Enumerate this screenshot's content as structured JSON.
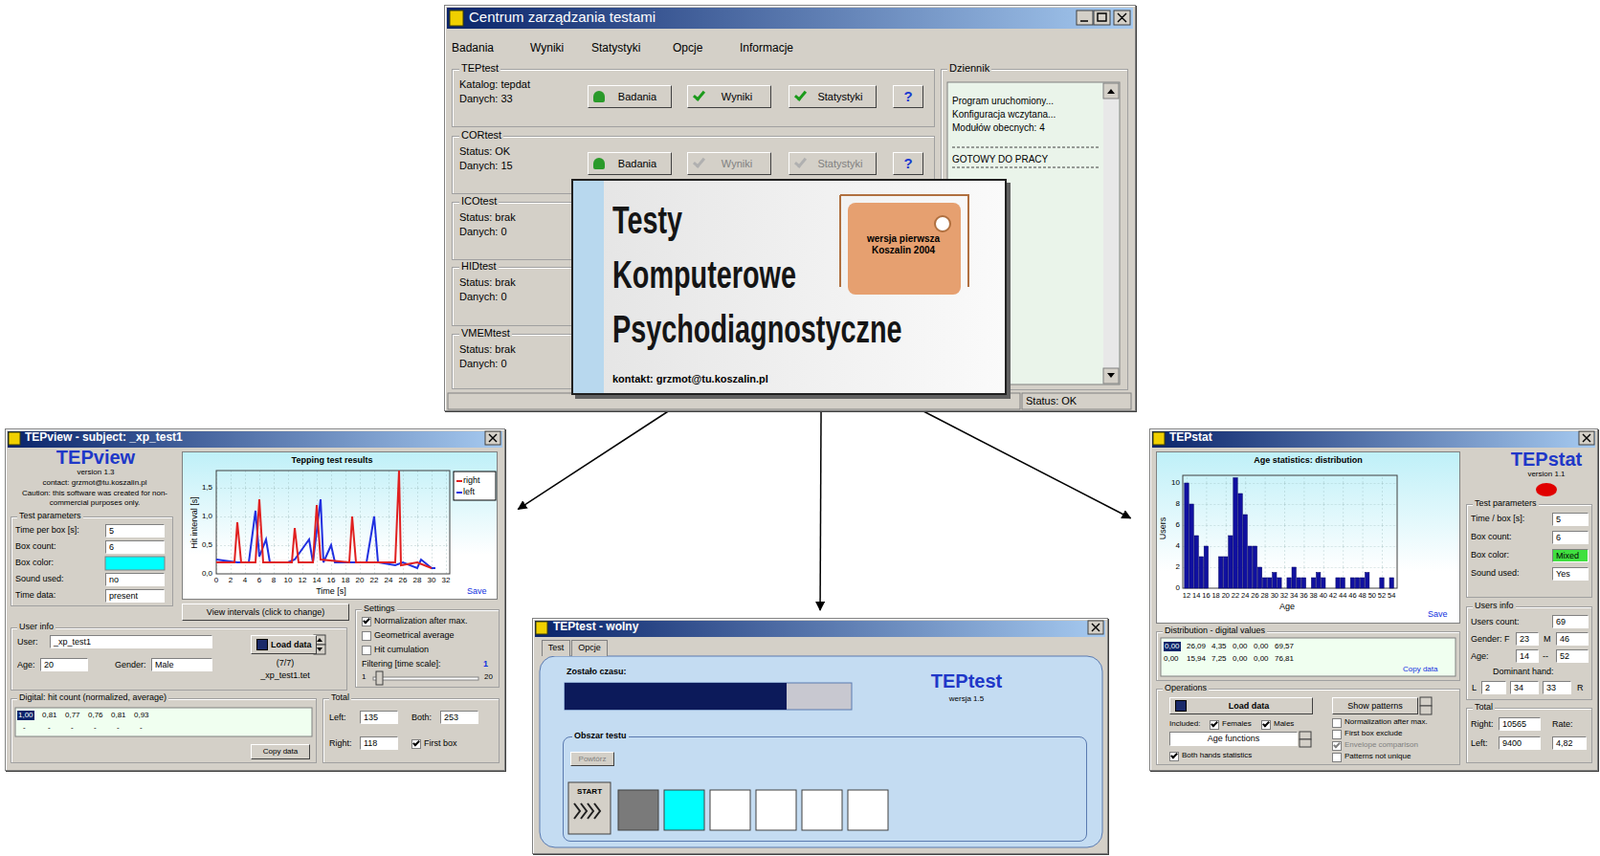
{
  "diagram": {
    "nodes": [
      {
        "text": [
          "Centrum zarządzania testami"
        ]
      },
      {
        "text": [
          "TEPtest"
        ],
        "in": 0
      },
      {
        "text": [
          "CORtest"
        ],
        "in": 0
      },
      {
        "text": [
          "ICOtest"
        ],
        "in": 0
      },
      {
        "text": [
          "HIDtest"
        ],
        "in": 0
      },
      {
        "text": [
          "VMEMtest"
        ],
        "in": 0
      },
      {
        "text": [
          "Dziennik"
        ],
        "in": 0
      },
      {
        "text": [
          "Testy",
          "Komputerowe",
          "Psychodiagnostyczne",
          "wersja pierwsza Koszalin 2004",
          "kontakt: grzmot@tu.koszalin.pl"
        ],
        "in": 0
      },
      {
        "text": [
          "TEPview - subject: _xp_test1"
        ]
      },
      {
        "text": [
          "Tepping test results"
        ],
        "in": 8
      },
      {
        "text": [
          "Test parameters"
        ],
        "in": 8
      },
      {
        "text": [
          "Settings"
        ],
        "in": 8
      },
      {
        "text": [
          "User info"
        ],
        "in": 8
      },
      {
        "text": [
          "Digital: hit count (normalized, average)"
        ],
        "in": 8
      },
      {
        "text": [
          "Total"
        ],
        "in": 8
      },
      {
        "text": [
          "TEPtest - wolny"
        ]
      },
      {
        "text": [
          "Obszar testu"
        ],
        "in": 15
      },
      {
        "text": [
          "TEPstat"
        ]
      },
      {
        "text": [
          "Age statistics: distribution"
        ],
        "in": 17
      },
      {
        "text": [
          "Test parameters"
        ],
        "in": 17
      },
      {
        "text": [
          "Distribution - digital values"
        ],
        "in": 17
      },
      {
        "text": [
          "Users info"
        ],
        "in": 17
      },
      {
        "text": [
          "Operations"
        ],
        "in": 17
      },
      {
        "text": [
          "Total"
        ],
        "in": 17
      }
    ],
    "edges": [
      {
        "from": 0,
        "to": 8,
        "arrow": "to"
      },
      {
        "from": 0,
        "to": 15,
        "arrow": "to"
      },
      {
        "from": 0,
        "to": 17,
        "arrow": "to"
      }
    ],
    "labels": [
      "Badania",
      "Wyniki",
      "Statystyki",
      "Opcje",
      "Informacje",
      "Katalog: tepdat",
      "Danych: 33",
      "Badania",
      "Wyniki",
      "Statystyki",
      "?",
      "Status: OK",
      "Danych: 15",
      "Badania",
      "Wyniki",
      "Statystyki",
      "?",
      "Status: brak",
      "Danych: 0",
      "Status: brak",
      "Danych: 0",
      "Status: brak",
      "Danych: 0",
      "Program uruchomiony...",
      "Konfiguracja wczytana...",
      "Modułów obecnych: 4",
      "GOTOWY DO PRACY",
      "Status: OK",
      "TEPview",
      "version 1.3",
      "contact: grzmot@tu.koszalin.pl",
      "Caution: this software was created for non-commercial purposes only.",
      "Time per box [s]:",
      "5",
      "Box count:",
      "6",
      "Box color:",
      "Sound used:",
      "no",
      "Time data:",
      "present",
      "View intervals (click to change)",
      "Save",
      "Time [s]",
      "Hit interval [s]",
      "Normalization after max.",
      "Geometrical average",
      "Hit cumulation",
      "Filtering [time scale]:",
      "1",
      "1",
      "20",
      "User:",
      "_xp_test1",
      "Age:",
      "20",
      "Gender:",
      "Male",
      "Load data",
      "(7/7)",
      "_xp_test1.tet",
      "1,00",
      "0,81",
      "0,77",
      "0,76",
      "0,81",
      "0,93",
      "-",
      "-",
      "-",
      "-",
      "-",
      "-",
      "Copy data",
      "Left:",
      "135",
      "Both:",
      "253",
      "Right:",
      "118",
      "First box",
      "0",
      "2",
      "4",
      "6",
      "8",
      "10",
      "12",
      "14",
      "16",
      "18",
      "20",
      "22",
      "24",
      "26",
      "28",
      "30",
      "32",
      "0,0",
      "0,5",
      "1,0",
      "1,5",
      "Test",
      "Opcje",
      "Zostało czasu:",
      "TEPtest",
      "wersja 1.5",
      "Powtórz",
      "START",
      "TEPstat",
      "version 1.1",
      "Users",
      "Age",
      "Save",
      "Time / box [s]:",
      "5",
      "Box count:",
      "6",
      "Box color:",
      "Mixed",
      "Sound used:",
      "Yes",
      "0,00",
      "26,09",
      "4,35",
      "0,00",
      "0,00",
      "69,57",
      "0,00",
      "15,94",
      "7,25",
      "0,00",
      "0,00",
      "76,81",
      "Copy data",
      "Users count:",
      "69",
      "Gender: F",
      "23",
      "M",
      "46",
      "Age:",
      "14",
      "--",
      "52",
      "Dominant hand:",
      "L",
      "2",
      "34",
      "33",
      "R",
      "Load data",
      "Show patterns",
      "Included:",
      "Females",
      "Males",
      "Age functions",
      "Both hands statistics",
      "Normalization after max.",
      "First box exclude",
      "Envelope comparison",
      "Patterns not unique",
      "Right:",
      "10565",
      "Rate:",
      "Left:",
      "9400",
      "4,82",
      "12",
      "14",
      "16",
      "18",
      "20",
      "22",
      "24",
      "26",
      "28",
      "30",
      "32",
      "34",
      "36",
      "38",
      "40",
      "42",
      "44",
      "46",
      "48",
      "50",
      "52",
      "54",
      "0",
      "2",
      "4",
      "6",
      "8",
      "10"
    ],
    "legend": [
      {
        "text": "right"
      },
      {
        "text": "left"
      }
    ]
  }
}
